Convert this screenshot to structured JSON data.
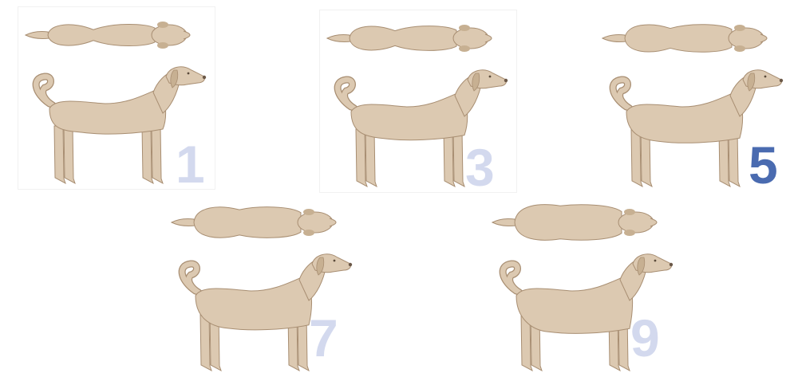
{
  "colors": {
    "fur": "#dcc9b1",
    "fur_shade": "#c7b092",
    "outline": "#a88e72",
    "score_faded": "#d3d9ee",
    "score_highlight": "#4a6bb0"
  },
  "panels": [
    {
      "score": "1",
      "highlighted": false,
      "girth": 0.55
    },
    {
      "score": "3",
      "highlighted": false,
      "girth": 0.75
    },
    {
      "score": "5",
      "highlighted": true,
      "girth": 0.95
    },
    {
      "score": "7",
      "highlighted": false,
      "girth": 1.15
    },
    {
      "score": "9",
      "highlighted": false,
      "girth": 1.4
    }
  ]
}
